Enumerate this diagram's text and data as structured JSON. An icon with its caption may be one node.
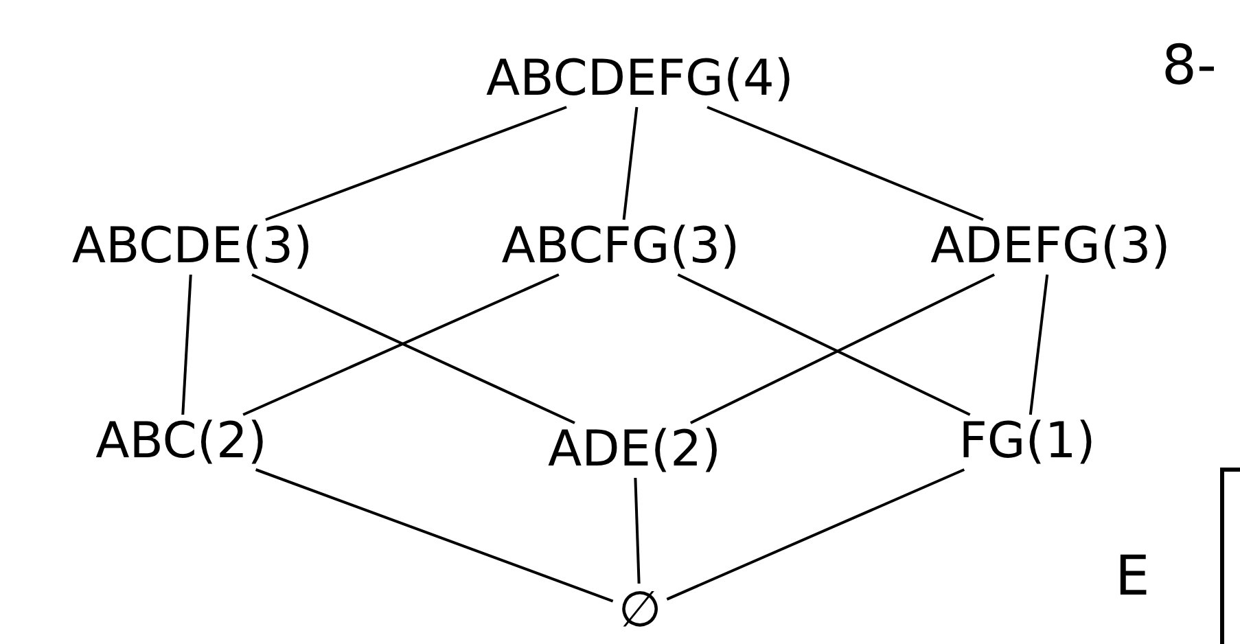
{
  "diagram": {
    "nodes": [
      {
        "text": [
          "ABCDEFG(4)"
        ]
      },
      {
        "text": [
          "ABCDE(3)"
        ]
      },
      {
        "text": [
          "ABCFG(3)"
        ]
      },
      {
        "text": [
          "ADEFG(3)"
        ]
      },
      {
        "text": [
          "ABC(2)"
        ]
      },
      {
        "text": [
          "ADE(2)"
        ]
      },
      {
        "text": [
          "FG(1)"
        ]
      },
      {
        "text": [
          "∅"
        ]
      }
    ],
    "edges": [
      {
        "from": 0,
        "to": 1,
        "arrow": "none"
      },
      {
        "from": 0,
        "to": 2,
        "arrow": "none"
      },
      {
        "from": 0,
        "to": 3,
        "arrow": "none"
      },
      {
        "from": 1,
        "to": 4,
        "arrow": "none"
      },
      {
        "from": 1,
        "to": 5,
        "arrow": "none"
      },
      {
        "from": 2,
        "to": 4,
        "arrow": "none"
      },
      {
        "from": 2,
        "to": 6,
        "arrow": "none"
      },
      {
        "from": 3,
        "to": 5,
        "arrow": "none"
      },
      {
        "from": 3,
        "to": 6,
        "arrow": "none"
      },
      {
        "from": 4,
        "to": 7,
        "arrow": "none"
      },
      {
        "from": 5,
        "to": 7,
        "arrow": "none"
      },
      {
        "from": 6,
        "to": 7,
        "arrow": "none"
      }
    ],
    "labels": [
      "8-",
      "E"
    ]
  }
}
